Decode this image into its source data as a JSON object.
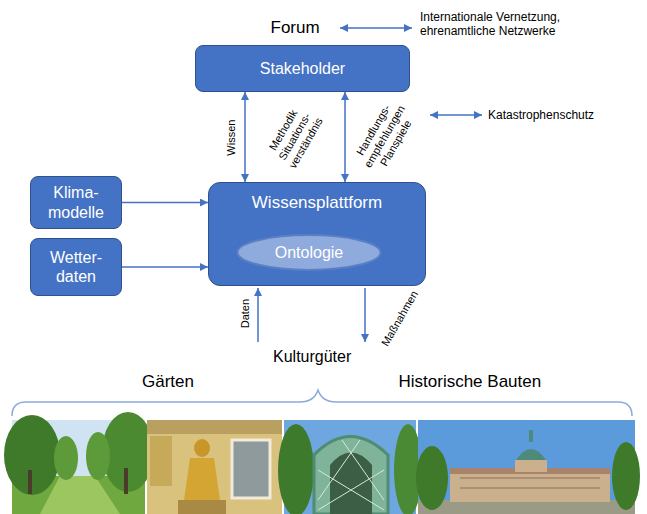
{
  "diagram": {
    "nodes": [
      {
        "text": [
          "Stakeholder"
        ]
      },
      {
        "text": [
          "Wissensplattform"
        ]
      },
      {
        "text": [
          "Ontologie"
        ],
        "in": 1
      },
      {
        "text": [
          "Klima- modelle"
        ]
      },
      {
        "text": [
          "Wetter- daten"
        ]
      }
    ],
    "edges": [
      {
        "from": 0,
        "to": 1,
        "arrow": "both",
        "label": "Wissen"
      },
      {
        "from": 0,
        "to": 1,
        "arrow": "both",
        "label": "Handlungs- empfehlungen Planspiele"
      },
      {
        "from": 3,
        "to": 1,
        "arrow": "to"
      },
      {
        "from": 4,
        "to": 1,
        "arrow": "to"
      }
    ],
    "labels": [
      "Forum",
      "Internationale Vernetzung, ehrenamtliche Netzwerke",
      "Methodik Situations- verständnis",
      "Katastrophenschutz",
      "Daten",
      "Maßnahmen",
      "Kulturgüter",
      "Gärten",
      "Historische Bauten"
    ]
  }
}
